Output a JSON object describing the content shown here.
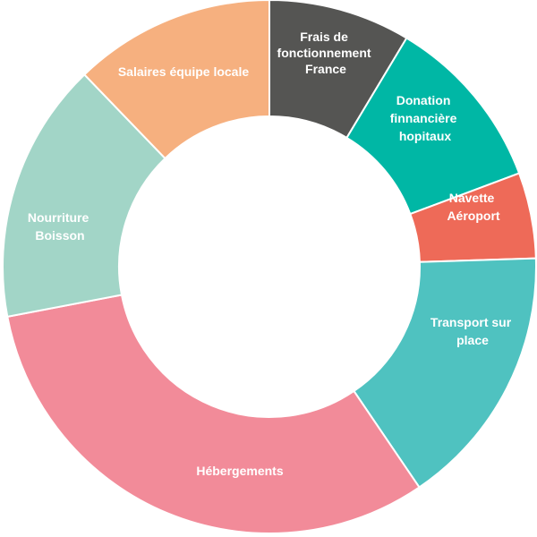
{
  "chart_data": {
    "type": "pie",
    "variant": "donut",
    "title": "",
    "legend": "none",
    "slices": [
      {
        "label": "Frais de fonctionnement France",
        "value": 8.6,
        "color": "#555553"
      },
      {
        "label": "Donation finnancière hopitaux",
        "value": 10.7,
        "color": "#00B7A5"
      },
      {
        "label": "Navette Aéroport",
        "value": 5.2,
        "color": "#EE6A58"
      },
      {
        "label": "Transport sur place",
        "value": 16.0,
        "color": "#4FC2C0"
      },
      {
        "label": "Hébergements",
        "value": 31.5,
        "color": "#F28B99"
      },
      {
        "label": "Nourriture Boisson",
        "value": 15.8,
        "color": "#A2D5C7"
      },
      {
        "label": "Salaires équipe locale",
        "value": 12.2,
        "color": "#F6B07F"
      }
    ]
  },
  "labels": {
    "frais": [
      "Frais de",
      "fonctionnement",
      "France"
    ],
    "donation": [
      "Donation",
      "finnancière",
      "hopitaux"
    ],
    "navette": [
      "Navette",
      "Aéroport"
    ],
    "transport": [
      "Transport sur",
      "place"
    ],
    "hebergements": [
      "Hébergements"
    ],
    "nourriture": [
      "Nourriture",
      "Boisson"
    ],
    "salaires": [
      "Salaires équipe locale"
    ]
  }
}
